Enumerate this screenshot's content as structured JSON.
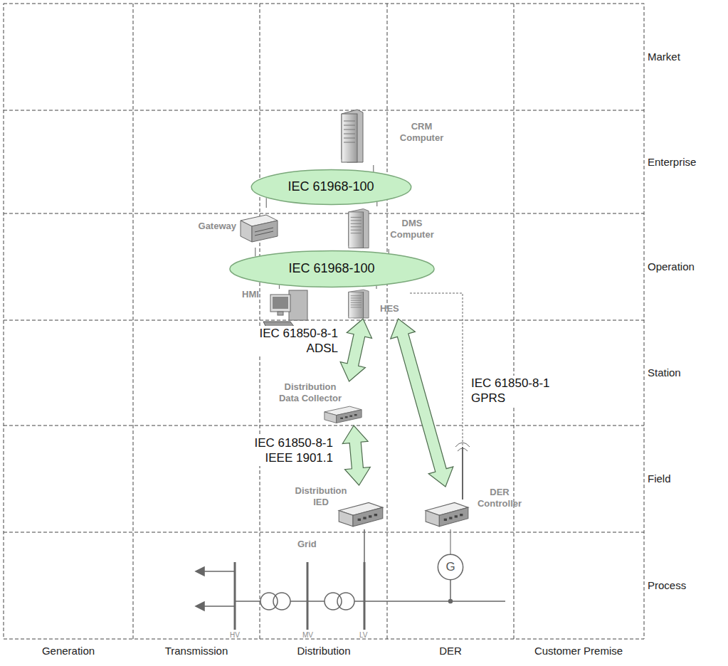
{
  "diagram": {
    "nodes": [
      {
        "text": [
          "CRM Computer"
        ]
      },
      {
        "text": [
          "IEC 61968-100"
        ]
      },
      {
        "text": [
          "Gateway"
        ]
      },
      {
        "text": [
          "DMS Computer"
        ]
      },
      {
        "text": [
          "IEC 61968-100"
        ]
      },
      {
        "text": [
          "HMI"
        ]
      },
      {
        "text": [
          "HES"
        ]
      },
      {
        "text": [
          "Distribution Data Collector"
        ]
      },
      {
        "text": [
          "Distribution IED"
        ]
      },
      {
        "text": [
          "DER Controller"
        ]
      },
      {
        "text": [
          "G"
        ]
      }
    ],
    "edges": [
      {
        "from": 0,
        "to": 1,
        "arrow": "none"
      },
      {
        "from": 1,
        "to": 2,
        "arrow": "none"
      },
      {
        "from": 1,
        "to": 3,
        "arrow": "none"
      },
      {
        "from": 2,
        "to": 4,
        "arrow": "none"
      },
      {
        "from": 3,
        "to": 4,
        "arrow": "none"
      },
      {
        "from": 4,
        "to": 5,
        "arrow": "none"
      },
      {
        "from": 4,
        "to": 6,
        "arrow": "none"
      },
      {
        "from": 6,
        "to": 7,
        "arrow": "both",
        "label": "IEC 61850-8-1 ADSL"
      },
      {
        "from": 7,
        "to": 8,
        "arrow": "both",
        "label": "IEC 61850-8-1 IEEE 1901.1"
      },
      {
        "from": 6,
        "to": 9,
        "arrow": "both",
        "label": "IEC 61850-8-1 GPRS"
      },
      {
        "from": 9,
        "to": 10,
        "arrow": "none"
      }
    ],
    "labels": [
      "Market",
      "Enterprise",
      "Operation",
      "Station",
      "Field",
      "Process",
      "Grid",
      "HV",
      "MV",
      "LV",
      "Generation",
      "Transmission",
      "Distribution",
      "DER",
      "Customer Premise"
    ]
  }
}
